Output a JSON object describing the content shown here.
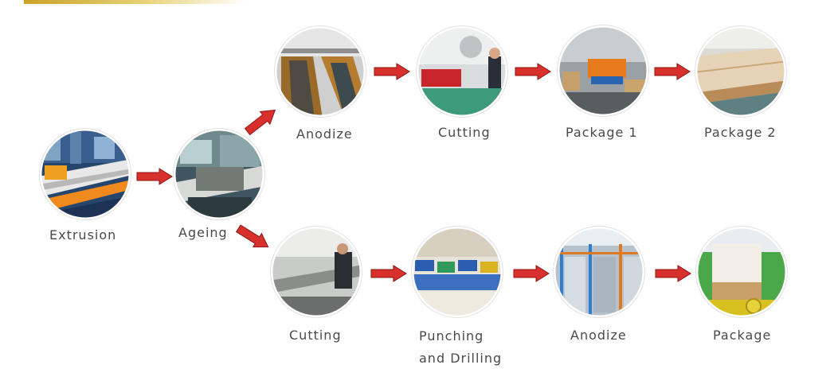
{
  "steps": {
    "extrusion": "Extrusion",
    "ageing": "Ageing",
    "anodize_top": "Anodize",
    "cutting_top": "Cutting",
    "package1": "Package 1",
    "package2": "Package 2",
    "cutting_bottom": "Cutting",
    "punching": "Punching\nand Drilling",
    "anodize_bottom": "Anodize",
    "package": "Package"
  },
  "colors": {
    "arrow": "#d8302c",
    "arrow_dark": "#8f1514",
    "label": "#4a4a4a"
  }
}
